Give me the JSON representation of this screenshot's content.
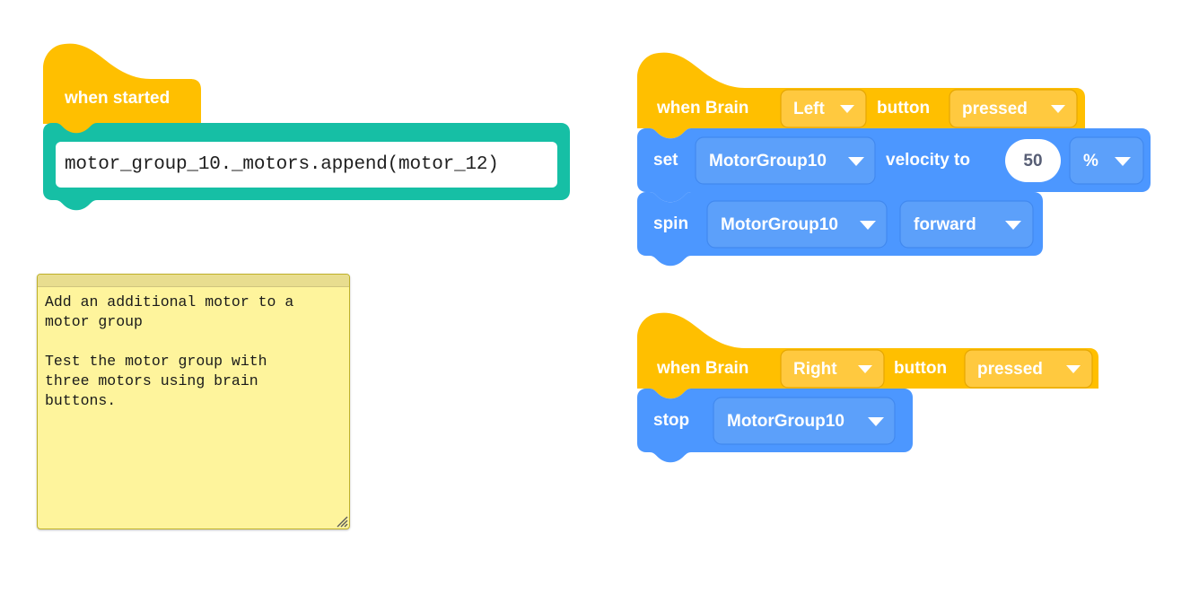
{
  "workspace": {
    "background_color": "#ffffff",
    "colors": {
      "event_yellow": "#ffbf00",
      "event_yellow_field": "#ffc93f",
      "event_yellow_border": "#e0a800",
      "motion_blue": "#4c97ff",
      "motion_blue_field": "#5ca0fa",
      "motion_blue_border": "#3373cc",
      "python_teal": "#16bfa5",
      "python_teal_border": "#0fa18a",
      "note_yellow": "#fef49c",
      "note_border": "#bfb12a",
      "value_text": "#575e75"
    }
  },
  "stacks": [
    {
      "name": "when-started-stack",
      "blocks": [
        {
          "type": "hat",
          "name": "when-started-block",
          "category": "event",
          "label": "when started"
        },
        {
          "type": "python",
          "name": "python-code-block",
          "category": "python",
          "code": "motor_group_10._motors.append(motor_12)"
        }
      ]
    },
    {
      "name": "when-brain-left-pressed-stack",
      "blocks": [
        {
          "type": "hat",
          "name": "when-brain-button-pressed-block-left",
          "category": "event",
          "text_before": "when Brain",
          "button_dropdown": "Left",
          "text_middle": "button",
          "state_dropdown": "pressed"
        },
        {
          "type": "stack",
          "name": "set-velocity-block",
          "category": "motion",
          "text_before": "set",
          "target_dropdown": "MotorGroup10",
          "text_middle": "velocity to",
          "value": "50",
          "unit_dropdown": "%"
        },
        {
          "type": "stack",
          "name": "spin-block",
          "category": "motion",
          "text_before": "spin",
          "target_dropdown": "MotorGroup10",
          "direction_dropdown": "forward"
        }
      ]
    },
    {
      "name": "when-brain-right-pressed-stack",
      "blocks": [
        {
          "type": "hat",
          "name": "when-brain-button-pressed-block-right",
          "category": "event",
          "text_before": "when Brain",
          "button_dropdown": "Right",
          "text_middle": "button",
          "state_dropdown": "pressed"
        },
        {
          "type": "stack",
          "name": "stop-block",
          "category": "motion",
          "text_before": "stop",
          "target_dropdown": "MotorGroup10"
        }
      ]
    }
  ],
  "comment": {
    "name": "workspace-comment",
    "text": "Add an additional motor to a\nmotor group\n\nTest the motor group with\nthree motors using brain\nbuttons."
  }
}
